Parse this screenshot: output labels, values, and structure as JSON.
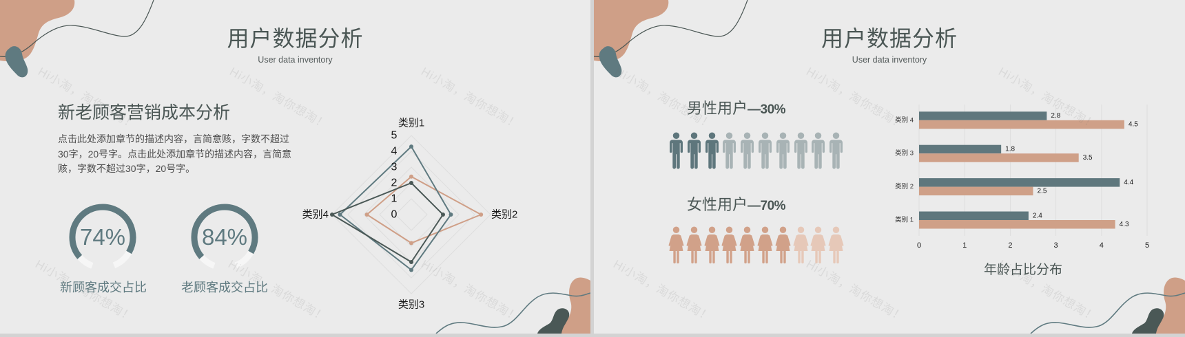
{
  "slides": {
    "left": {
      "title": "用户数据分析",
      "subtitle": "User data inventory",
      "section_title": "新老顾客营销成本分析",
      "description": "点击此处添加章节的描述内容，言简意赅，字数不超过30字，20号字。点击此处添加章节的描述内容，言简意赅，字数不超过30字，20号字。",
      "gauges": [
        {
          "value": "74%",
          "label": "新顾客成交占比"
        },
        {
          "value": "84%",
          "label": "老顾客成交占比"
        }
      ]
    },
    "right": {
      "title": "用户数据分析",
      "subtitle": "User data inventory",
      "male": {
        "label": "男性用户",
        "value": "—30%",
        "icon": "male-person-icon",
        "filled": 3,
        "total": 10
      },
      "female": {
        "label": "女性用户",
        "value": "—70%",
        "icon": "female-person-icon",
        "filled": 7,
        "total": 10
      }
    }
  },
  "watermark": {
    "text": "Hi小淘，淘你想淘！"
  },
  "colors": {
    "background": "#ebebeb",
    "title_text": "#4a5654",
    "slate": "#5f7a80",
    "tan": "#cf9f87",
    "dark_slate": "#4a5856",
    "gauge_track": "#f6f6f6",
    "male_filled": "#5e767c",
    "male_dim": "#a8b3b5",
    "female_filled": "#d1a189",
    "female_dim": "#e6c8b8",
    "grid": "#dedede"
  },
  "chart_data": [
    {
      "type": "radar",
      "categories": [
        "类别1",
        "类别2",
        "类别3",
        "类别4"
      ],
      "series": [
        {
          "values": [
            4.3,
            2.5,
            3.5,
            4.5
          ],
          "color": "#5f7a80"
        },
        {
          "values": [
            2.4,
            4.4,
            1.8,
            2.8
          ],
          "color": "#cf9f87"
        },
        {
          "values": [
            2,
            2,
            3,
            5
          ],
          "color": "#4a5856"
        }
      ],
      "ticks": [
        0,
        1,
        2,
        3,
        4,
        5
      ],
      "rlim": [
        0,
        5
      ],
      "grid": true,
      "legend": false
    },
    {
      "type": "bar",
      "orientation": "horizontal",
      "title": "年龄占比分布",
      "categories": [
        "类别 1",
        "类别 2",
        "类别 3",
        "类别 4"
      ],
      "series": [
        {
          "values": [
            2.4,
            4.4,
            1.8,
            2.8
          ],
          "color": "#5f777d"
        },
        {
          "values": [
            4.3,
            2.5,
            3.5,
            4.5
          ],
          "color": "#cfa088"
        }
      ],
      "xticks": [
        0,
        1,
        2,
        3,
        4,
        5
      ],
      "xlim": [
        0,
        5
      ],
      "data_labels": true,
      "grid": true,
      "legend": false
    }
  ]
}
